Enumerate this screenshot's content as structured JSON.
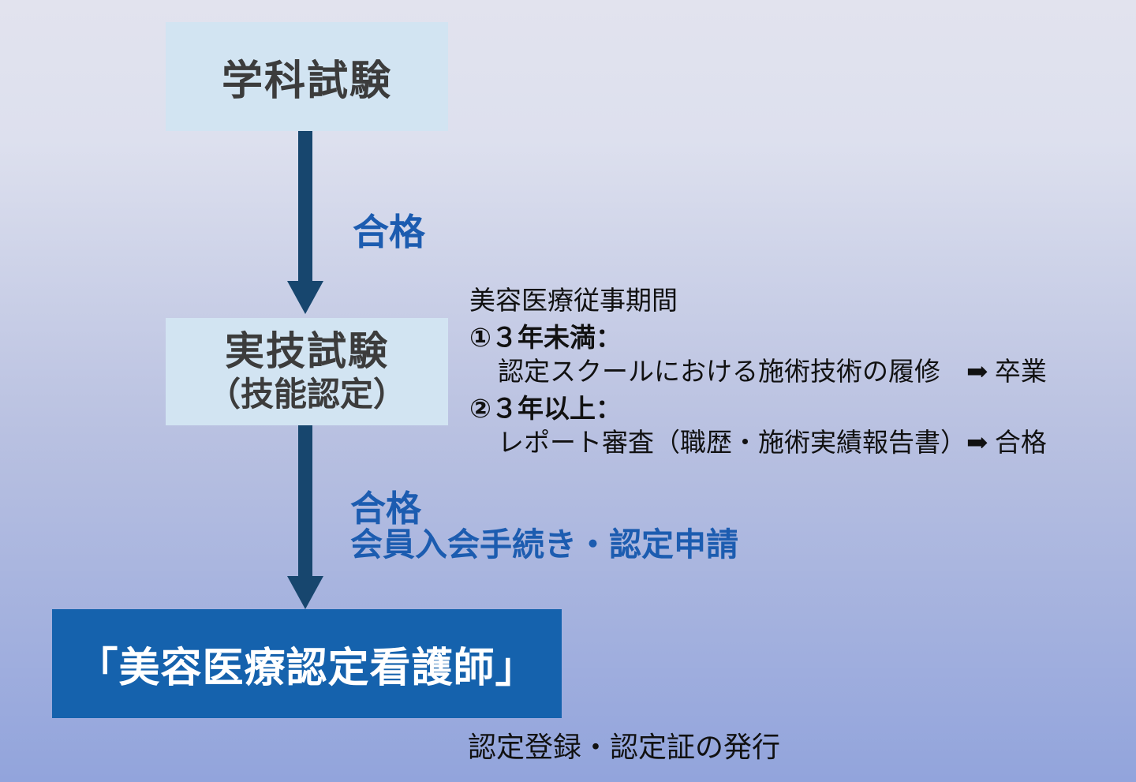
{
  "colors": {
    "bg_top": "#e2e3ee",
    "bg_upper": "#dde0ee",
    "bg_mid": "#b9c1e1",
    "bg_bottom": "#92a4dc",
    "light_box_bg": "#d2e4f2",
    "light_box_text": "#3c3c3c",
    "arrow": "#17466e",
    "accent_blue": "#1c5cb0",
    "primary_box_bg": "#1562ad",
    "primary_box_text": "#ffffff",
    "body_text": "#111111"
  },
  "flow": {
    "step1": {
      "label": "学科試験"
    },
    "edge1": {
      "label": "合格"
    },
    "step2": {
      "line1": "実技試験",
      "line2": "（技能認定）"
    },
    "side_note": {
      "heading": "美容医療従事期間",
      "items": [
        {
          "title": "①３年未満：",
          "detail": "認定スクールにおける施術技術の履修　➡ 卒業"
        },
        {
          "title": "②３年以上：",
          "detail": "レポート審査（職歴・施術実績報告書）➡ 合格"
        }
      ]
    },
    "edge2": {
      "label1": "合格",
      "label2": "会員入会手続き・認定申請"
    },
    "step3": {
      "label": "「美容医療認定看護師」"
    },
    "caption": "認定登録・認定証の発行"
  }
}
